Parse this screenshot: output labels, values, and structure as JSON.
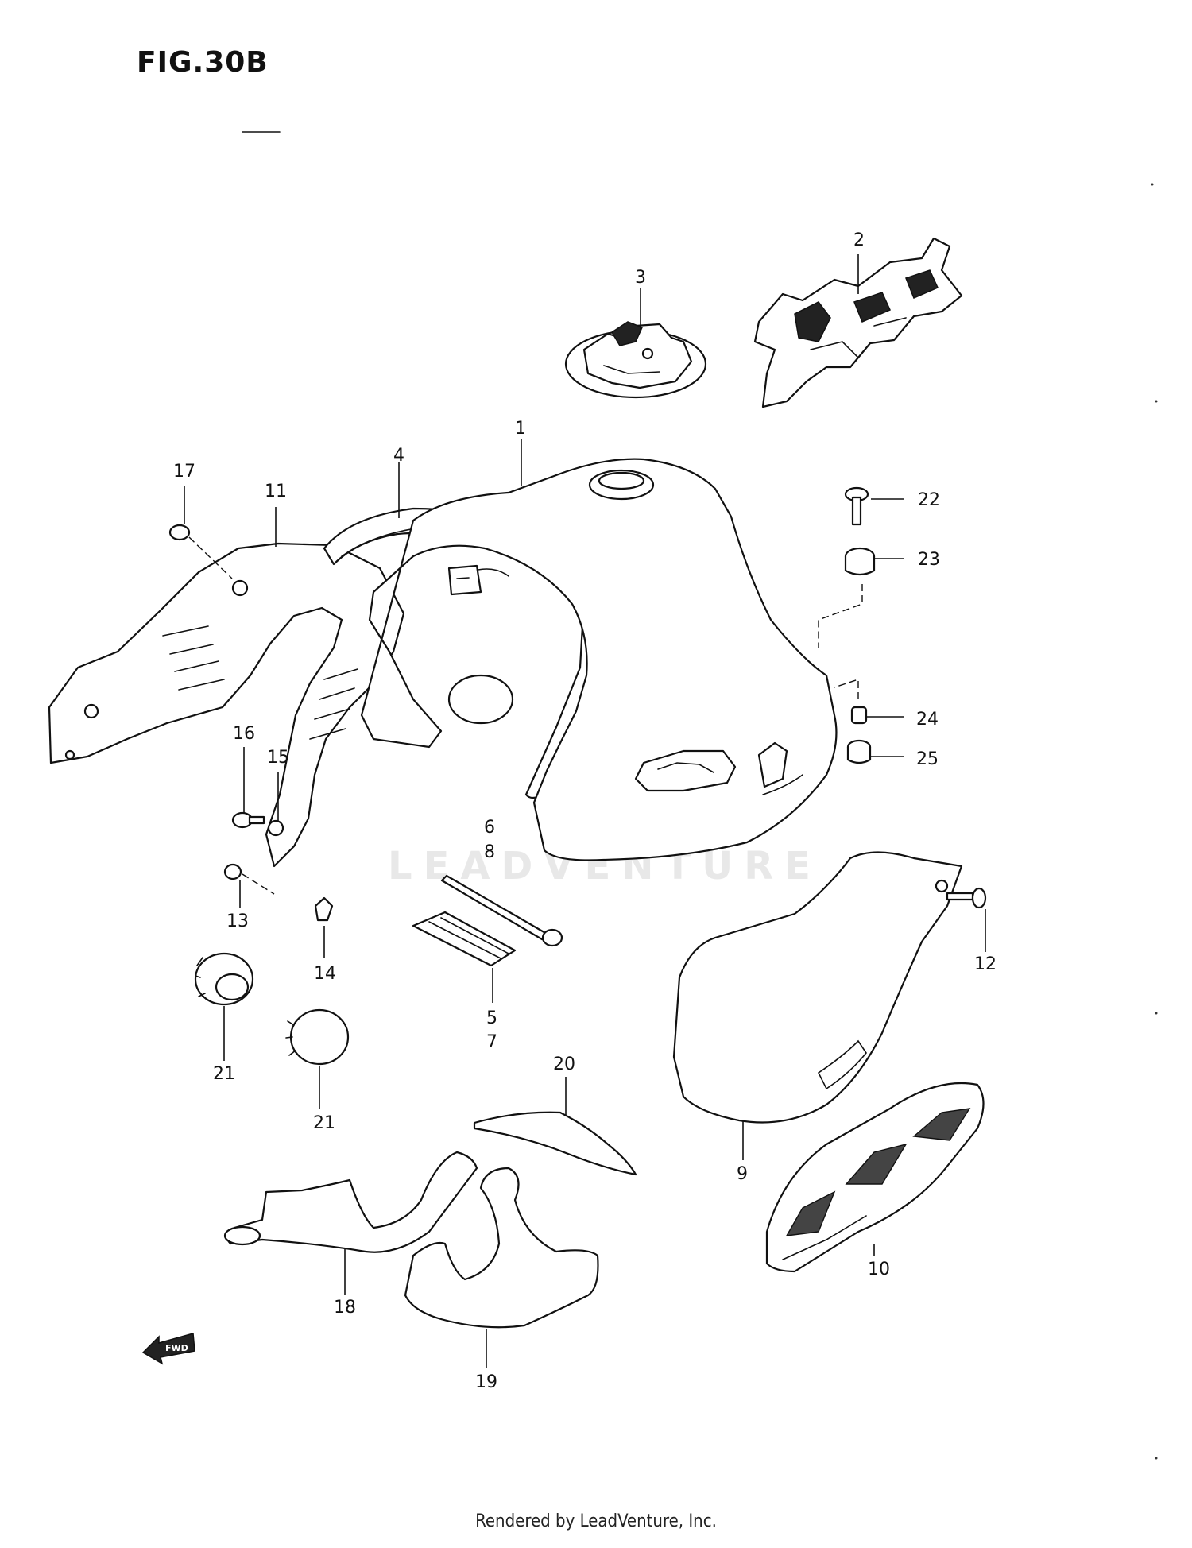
{
  "figure": {
    "title": "FIG.30B",
    "watermark": "LEADVENTURE",
    "footer": "Rendered by LeadVenture, Inc.",
    "direction_label": "FWD"
  },
  "callouts": {
    "c1": "1",
    "c2": "2",
    "c3": "3",
    "c4": "4",
    "c5": "5",
    "c6": "6",
    "c7": "7",
    "c8": "8",
    "c9": "9",
    "c10": "10",
    "c11": "11",
    "c12": "12",
    "c13": "13",
    "c14": "14",
    "c15": "15",
    "c16": "16",
    "c17": "17",
    "c18": "18",
    "c19": "19",
    "c20": "20",
    "c21a": "21",
    "c21b": "21",
    "c22": "22",
    "c23": "23",
    "c24": "24",
    "c25": "25"
  },
  "colors": {
    "line": "#111111",
    "paper": "#ffffff",
    "watermark": "#e8e8e8"
  }
}
